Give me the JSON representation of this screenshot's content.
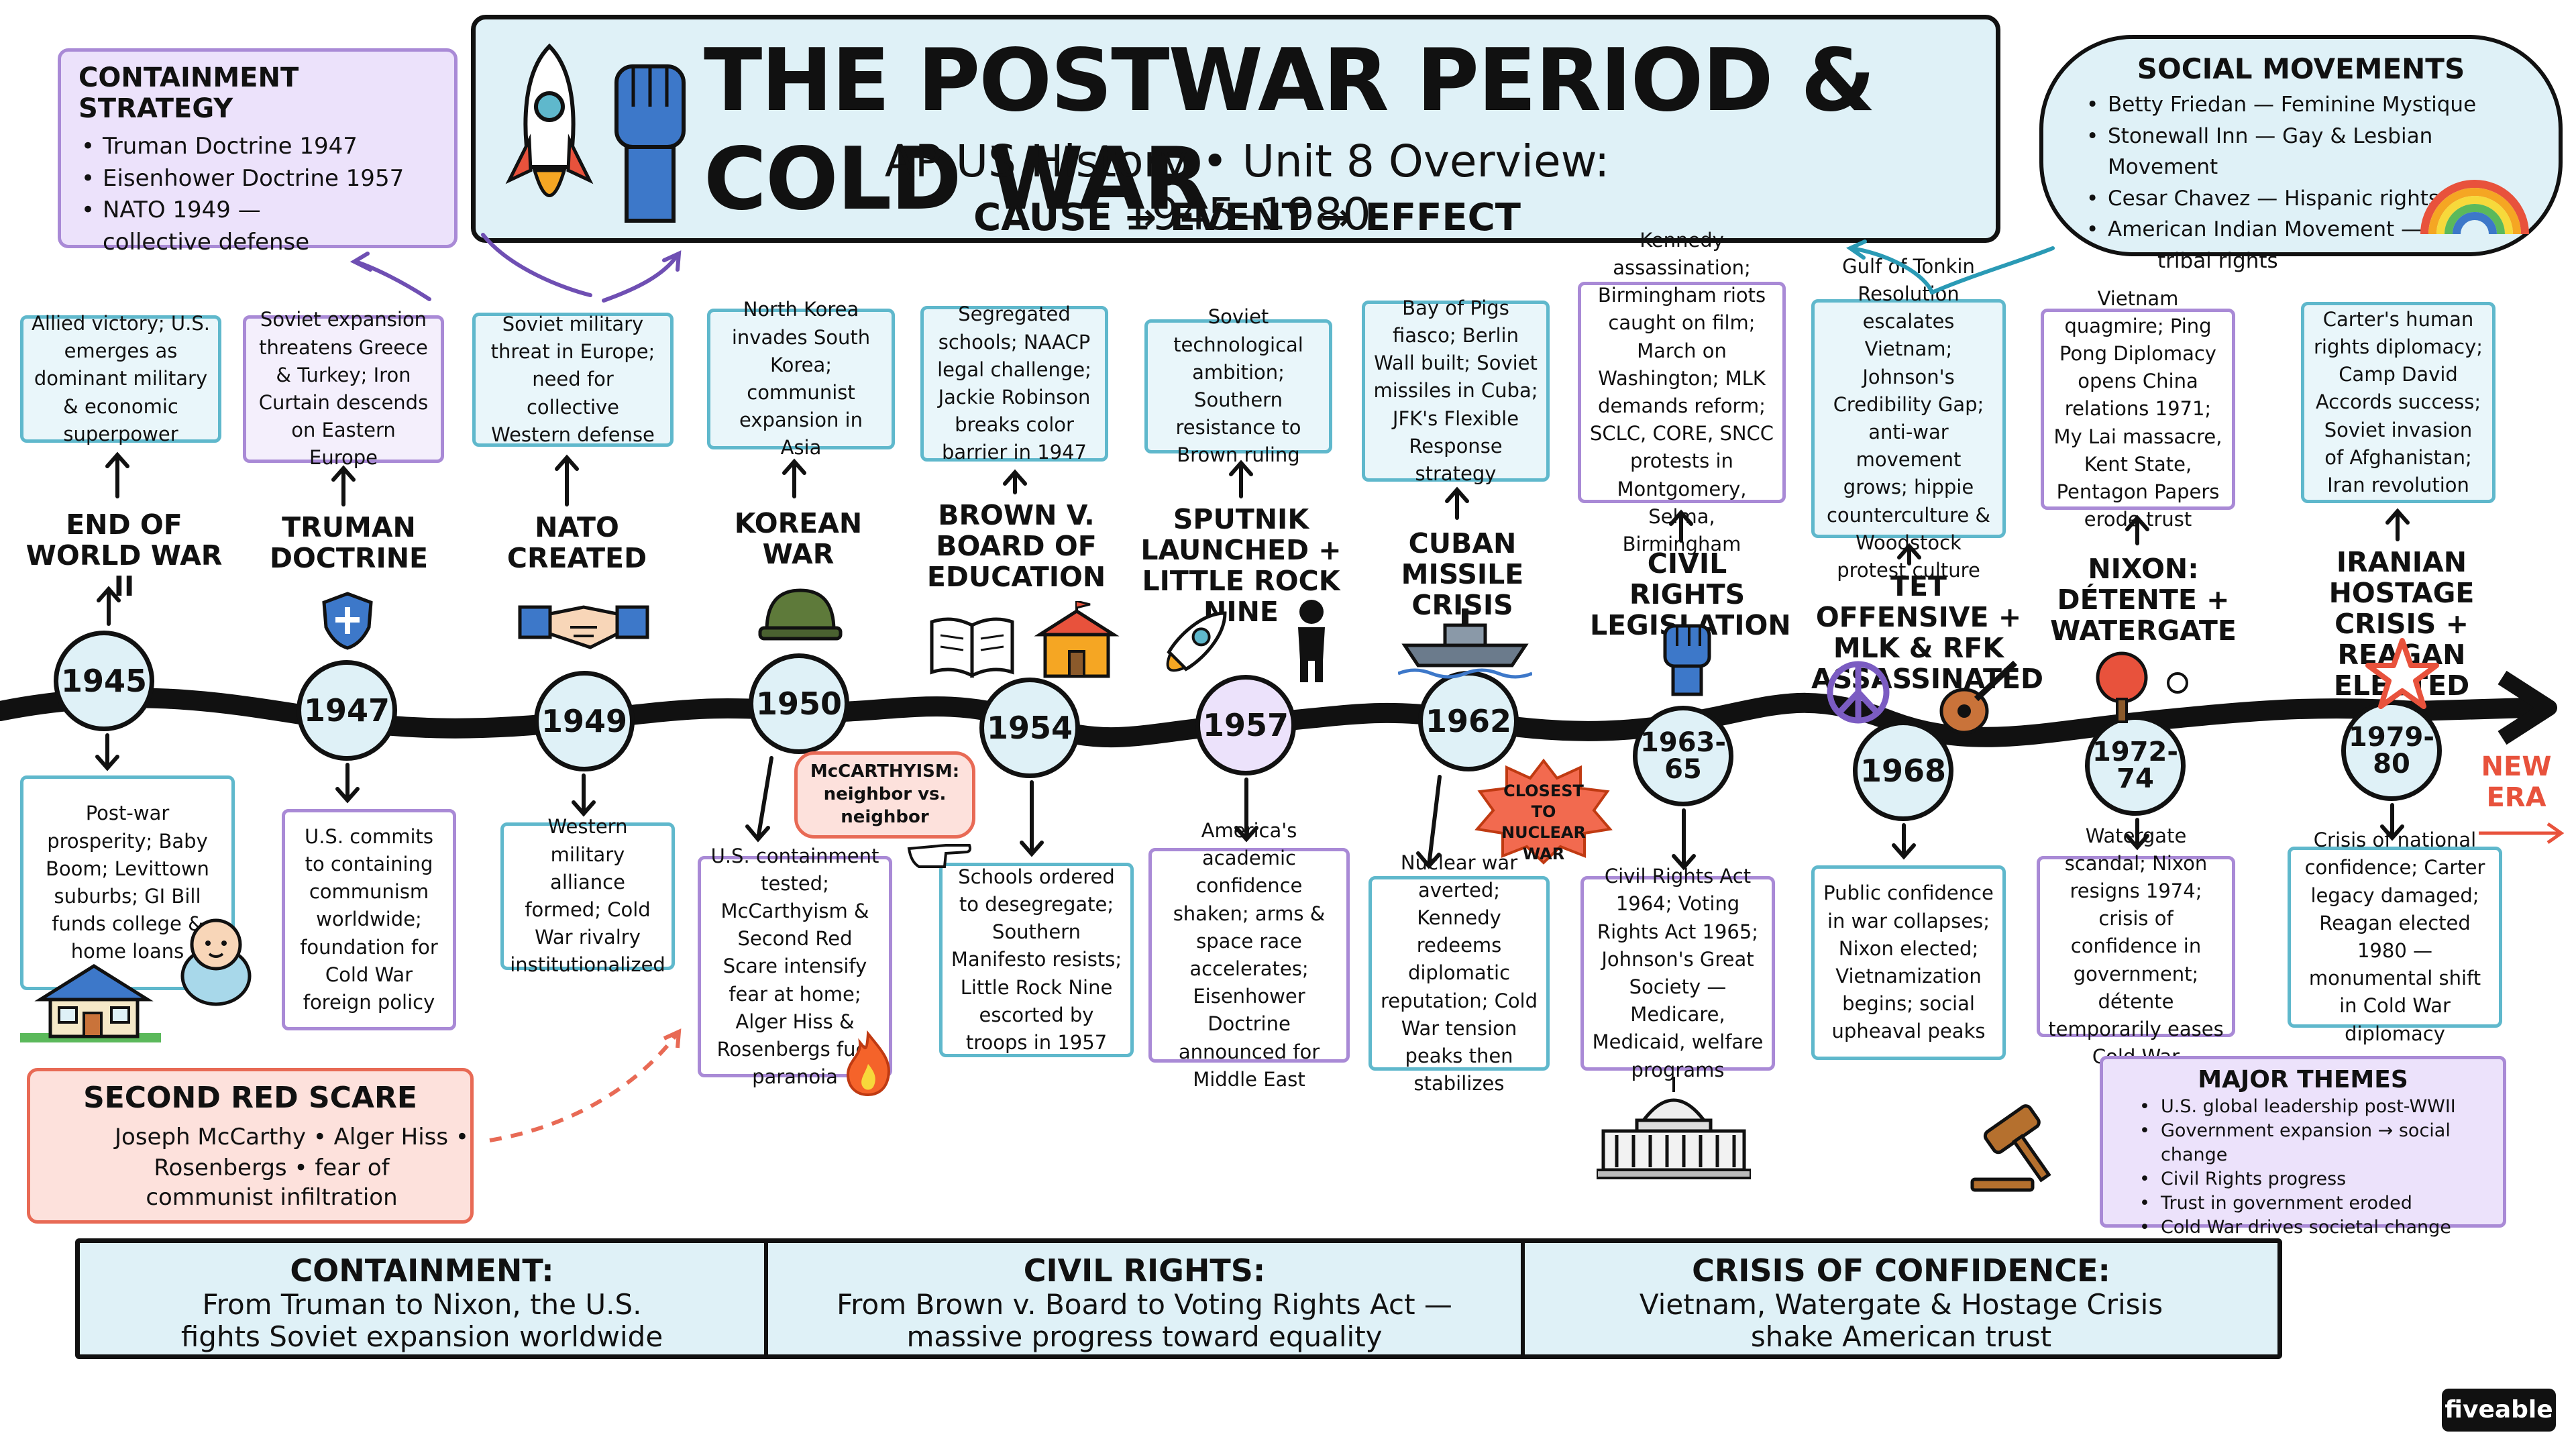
{
  "header": {
    "title": "THE POSTWAR PERIOD & COLD WAR",
    "subtitle": "AP US History • Unit 8 Overview: 1945–1980",
    "flow": "CAUSE → EVENT → EFFECT"
  },
  "containment_box": {
    "title": "CONTAINMENT STRATEGY",
    "items": [
      "Truman Doctrine 1947",
      "Eisenhower Doctrine 1957",
      "NATO 1949 —",
      "collective defense"
    ]
  },
  "social_box": {
    "title": "SOCIAL MOVEMENTS",
    "items": [
      "Betty Friedan — Feminine Mystique",
      "Stonewall Inn — Gay & Lesbian Movement",
      "Cesar Chavez — Hispanic rights",
      "American Indian Movement —",
      "tribal rights"
    ]
  },
  "red_scare": {
    "title": "SECOND RED SCARE",
    "line1": "Joseph McCarthy • Alger Hiss •",
    "line2": "Rosenbergs • fear of",
    "line3": "communist infiltration"
  },
  "mccarthyism": "McCARTHYISM: neighbor vs. neighbor",
  "nuclear_badge": "CLOSEST TO NUCLEAR WAR",
  "new_era": "NEW ERA",
  "major_themes": {
    "title": "MAJOR THEMES",
    "items": [
      "U.S. global leadership post-WWII",
      "Government expansion → social change",
      "Civil Rights progress",
      "Trust in government eroded",
      "Cold War drives societal change"
    ]
  },
  "footer": [
    {
      "title": "CONTAINMENT:",
      "line1": "From Truman to Nixon, the U.S.",
      "line2": "fights Soviet expansion worldwide"
    },
    {
      "title": "CIVIL RIGHTS:",
      "line1": "From Brown v. Board to Voting Rights Act —",
      "line2": "massive progress toward equality"
    },
    {
      "title": "CRISIS OF CONFIDENCE:",
      "line1": "Vietnam, Watergate & Hostage Crisis",
      "line2": "shake American trust"
    }
  ],
  "brand": "fiveable",
  "timeline": [
    {
      "year": "1945",
      "event": "END OF WORLD WAR II",
      "cause": "Allied victory; U.S. emerges as dominant military & economic superpower",
      "effect": "Post-war prosperity; Baby Boom; Levittown suburbs; GI Bill funds college & home loans",
      "icon": "house-icon"
    },
    {
      "year": "1947",
      "event": "TRUMAN DOCTRINE",
      "cause": "Soviet expansion threatens Greece & Turkey; Iron Curtain descends on Eastern Europe",
      "effect": "U.S. commits to containing communism worldwide; foundation for Cold War foreign policy",
      "icon": "shield-icon"
    },
    {
      "year": "1949",
      "event": "NATO CREATED",
      "cause": "Soviet military threat in Europe; need for collective Western defense",
      "effect": "Western military alliance formed; Cold War rivalry institutionalized",
      "icon": "handshake-icon"
    },
    {
      "year": "1950",
      "event": "KOREAN WAR",
      "cause": "North Korea invades South Korea; communist expansion in Asia",
      "effect": "U.S. containment tested; McCarthyism & Second Red Scare intensify fear at home; Alger Hiss & Rosenbergs fuel paranoia",
      "icon": "helmet-icon"
    },
    {
      "year": "1954",
      "event": "BROWN v. BOARD OF EDUCATION",
      "cause": "Segregated schools; NAACP legal challenge; Jackie Robinson breaks color barrier in 1947",
      "effect": "Schools ordered to desegregate; Southern Manifesto resists; Little Rock Nine escorted by troops in 1957",
      "icon": "book-icon"
    },
    {
      "year": "1957",
      "event": "SPUTNIK LAUNCHED + LITTLE ROCK NINE",
      "cause": "Soviet technological ambition; Southern resistance to Brown ruling",
      "effect": "America's academic confidence shaken; arms & space race accelerates; Eisenhower Doctrine announced for Middle East",
      "icon": "rocket-icon"
    },
    {
      "year": "1962",
      "event": "CUBAN MISSILE CRISIS",
      "cause": "Bay of Pigs fiasco; Berlin Wall built; Soviet missiles in Cuba; JFK's Flexible Response strategy",
      "effect": "Nuclear war averted; Kennedy redeems diplomatic reputation; Cold War tension peaks then stabilizes",
      "icon": "ship-icon"
    },
    {
      "year": "1963-65",
      "event": "CIVIL RIGHTS LEGISLATION",
      "cause": "Kennedy assassination; Birmingham riots caught on film; March on Washington; MLK demands reform; SCLC, CORE, SNCC protests in Montgomery, Selma, Birmingham",
      "effect": "Civil Rights Act 1964; Voting Rights Act 1965; Johnson's Great Society — Medicare, Medicaid, welfare programs",
      "icon": "fist-icon"
    },
    {
      "year": "1968",
      "event": "TET OFFENSIVE + MLK & RFK ASSASSINATED",
      "cause": "Gulf of Tonkin Resolution escalates Vietnam; Johnson's Credibility Gap; anti-war movement grows; hippie counterculture & Woodstock protest culture",
      "effect": "Public confidence in war collapses; Nixon elected; Vietnamization begins; social upheaval peaks",
      "icon": "peace-icon"
    },
    {
      "year": "1972-74",
      "event": "NIXON: DÉTENTE + WATERGATE",
      "cause": "Vietnam quagmire; Ping Pong Diplomacy opens China relations 1971; My Lai massacre, Kent State, Pentagon Papers erode trust",
      "effect": "Watergate scandal; Nixon resigns 1974; crisis of confidence in government; détente temporarily eases Cold War",
      "icon": "ping-pong-icon"
    },
    {
      "year": "1979-80",
      "event": "IRANIAN HOSTAGE CRISIS + REAGAN ELECTED",
      "cause": "Carter's human rights diplomacy; Camp David Accords success; Soviet invasion of Afghanistan; Iran revolution",
      "effect": "Crisis of national confidence; Carter legacy damaged; Reagan elected 1980 — monumental shift in Cold War diplomacy",
      "icon": "star-icon"
    }
  ]
}
